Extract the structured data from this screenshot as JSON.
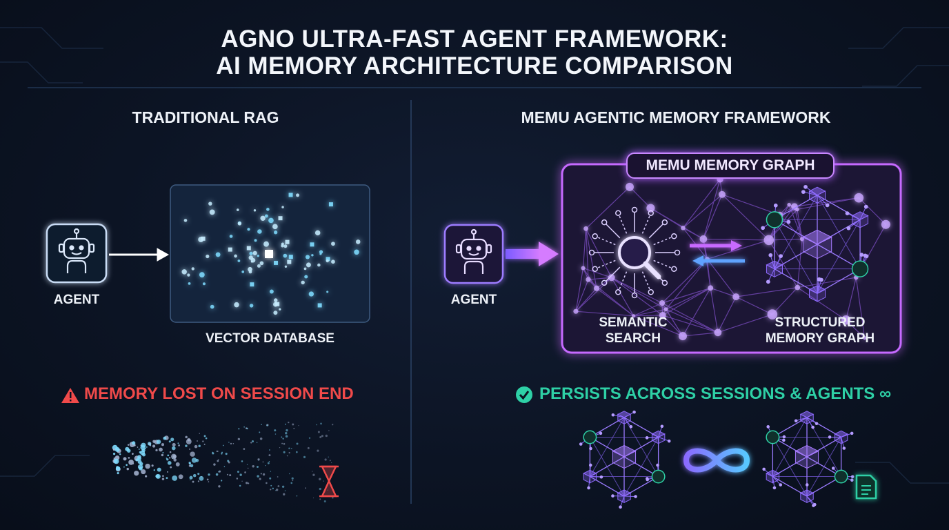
{
  "title": {
    "line1": "AGNO ULTRA-FAST AGENT FRAMEWORK:",
    "line2": "AI MEMORY ARCHITECTURE COMPARISON"
  },
  "left": {
    "heading": "TRADITIONAL RAG",
    "agent_label": "AGENT",
    "database_label": "VECTOR DATABASE",
    "warning_text": "MEMORY LOST ON SESSION END",
    "warning_icon": "warning-triangle-icon",
    "timer_icon": "hourglass-icon"
  },
  "right": {
    "heading": "MEMU AGENTIC MEMORY FRAMEWORK",
    "agent_label": "AGENT",
    "graph_title": "MEMU MEMORY GRAPH",
    "search_label_1": "SEMANTIC",
    "search_label_2": "SEARCH",
    "graph_label_1": "STRUCTURED",
    "graph_label_2": "MEMORY GRAPH",
    "persist_text": "PERSISTS ACROSS SESSIONS & AGENTS ∞",
    "persist_icon": "check-circle-icon",
    "infinity_icon": "infinity-icon",
    "document_icon": "document-icon"
  },
  "colors": {
    "background": "#0b1220",
    "rag_accent": "#6fd3ff",
    "memu_accent": "#b160ff",
    "warning": "#f04a4a",
    "success": "#2ed0a6"
  }
}
